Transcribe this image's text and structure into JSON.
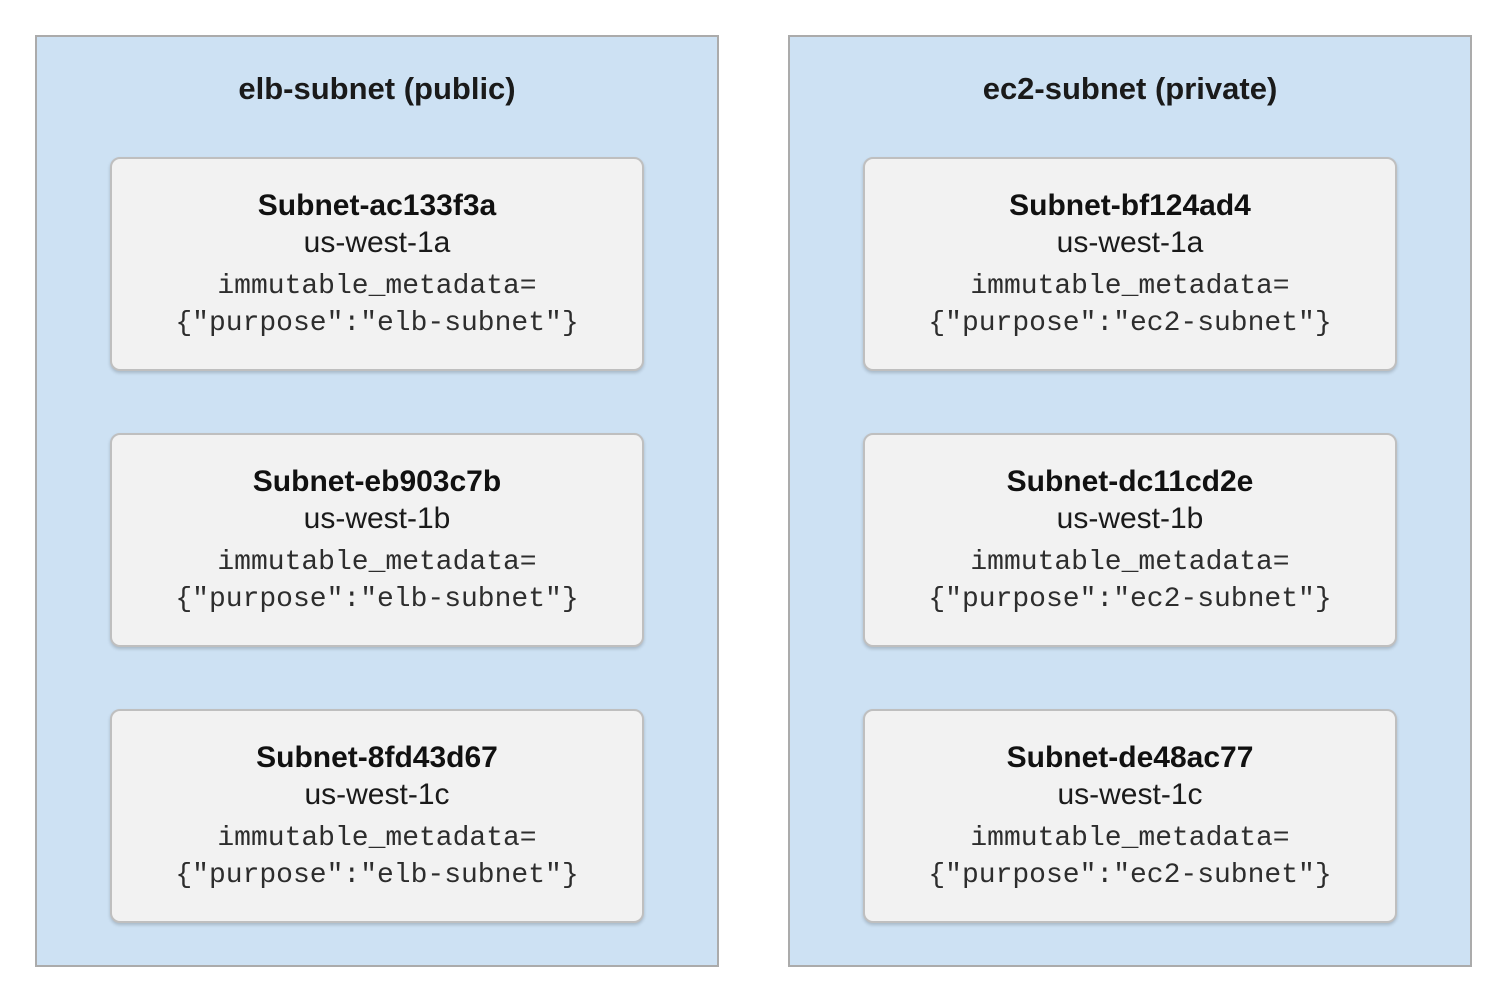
{
  "diagram": {
    "panels": [
      {
        "title": "elb-subnet (public)",
        "subnets": [
          {
            "name": "Subnet-ac133f3a",
            "availability_zone": "us-west-1a",
            "metadata_key": "immutable_metadata=",
            "metadata_value": "{\"purpose\":\"elb-subnet\"}"
          },
          {
            "name": "Subnet-eb903c7b",
            "availability_zone": "us-west-1b",
            "metadata_key": "immutable_metadata=",
            "metadata_value": "{\"purpose\":\"elb-subnet\"}"
          },
          {
            "name": "Subnet-8fd43d67",
            "availability_zone": "us-west-1c",
            "metadata_key": "immutable_metadata=",
            "metadata_value": "{\"purpose\":\"elb-subnet\"}"
          }
        ]
      },
      {
        "title": "ec2-subnet (private)",
        "subnets": [
          {
            "name": "Subnet-bf124ad4",
            "availability_zone": "us-west-1a",
            "metadata_key": "immutable_metadata=",
            "metadata_value": "{\"purpose\":\"ec2-subnet\"}"
          },
          {
            "name": "Subnet-dc11cd2e",
            "availability_zone": "us-west-1b",
            "metadata_key": "immutable_metadata=",
            "metadata_value": "{\"purpose\":\"ec2-subnet\"}"
          },
          {
            "name": "Subnet-de48ac77",
            "availability_zone": "us-west-1c",
            "metadata_key": "immutable_metadata=",
            "metadata_value": "{\"purpose\":\"ec2-subnet\"}"
          }
        ]
      }
    ],
    "colors": {
      "panel_background": "#cde1f3",
      "panel_border": "#ababab",
      "card_background": "#f2f2f2",
      "card_border": "#bfbfbf",
      "heading_text": "#111111",
      "mono_text": "#2d2d2d",
      "page_background": "#ffffff"
    }
  }
}
